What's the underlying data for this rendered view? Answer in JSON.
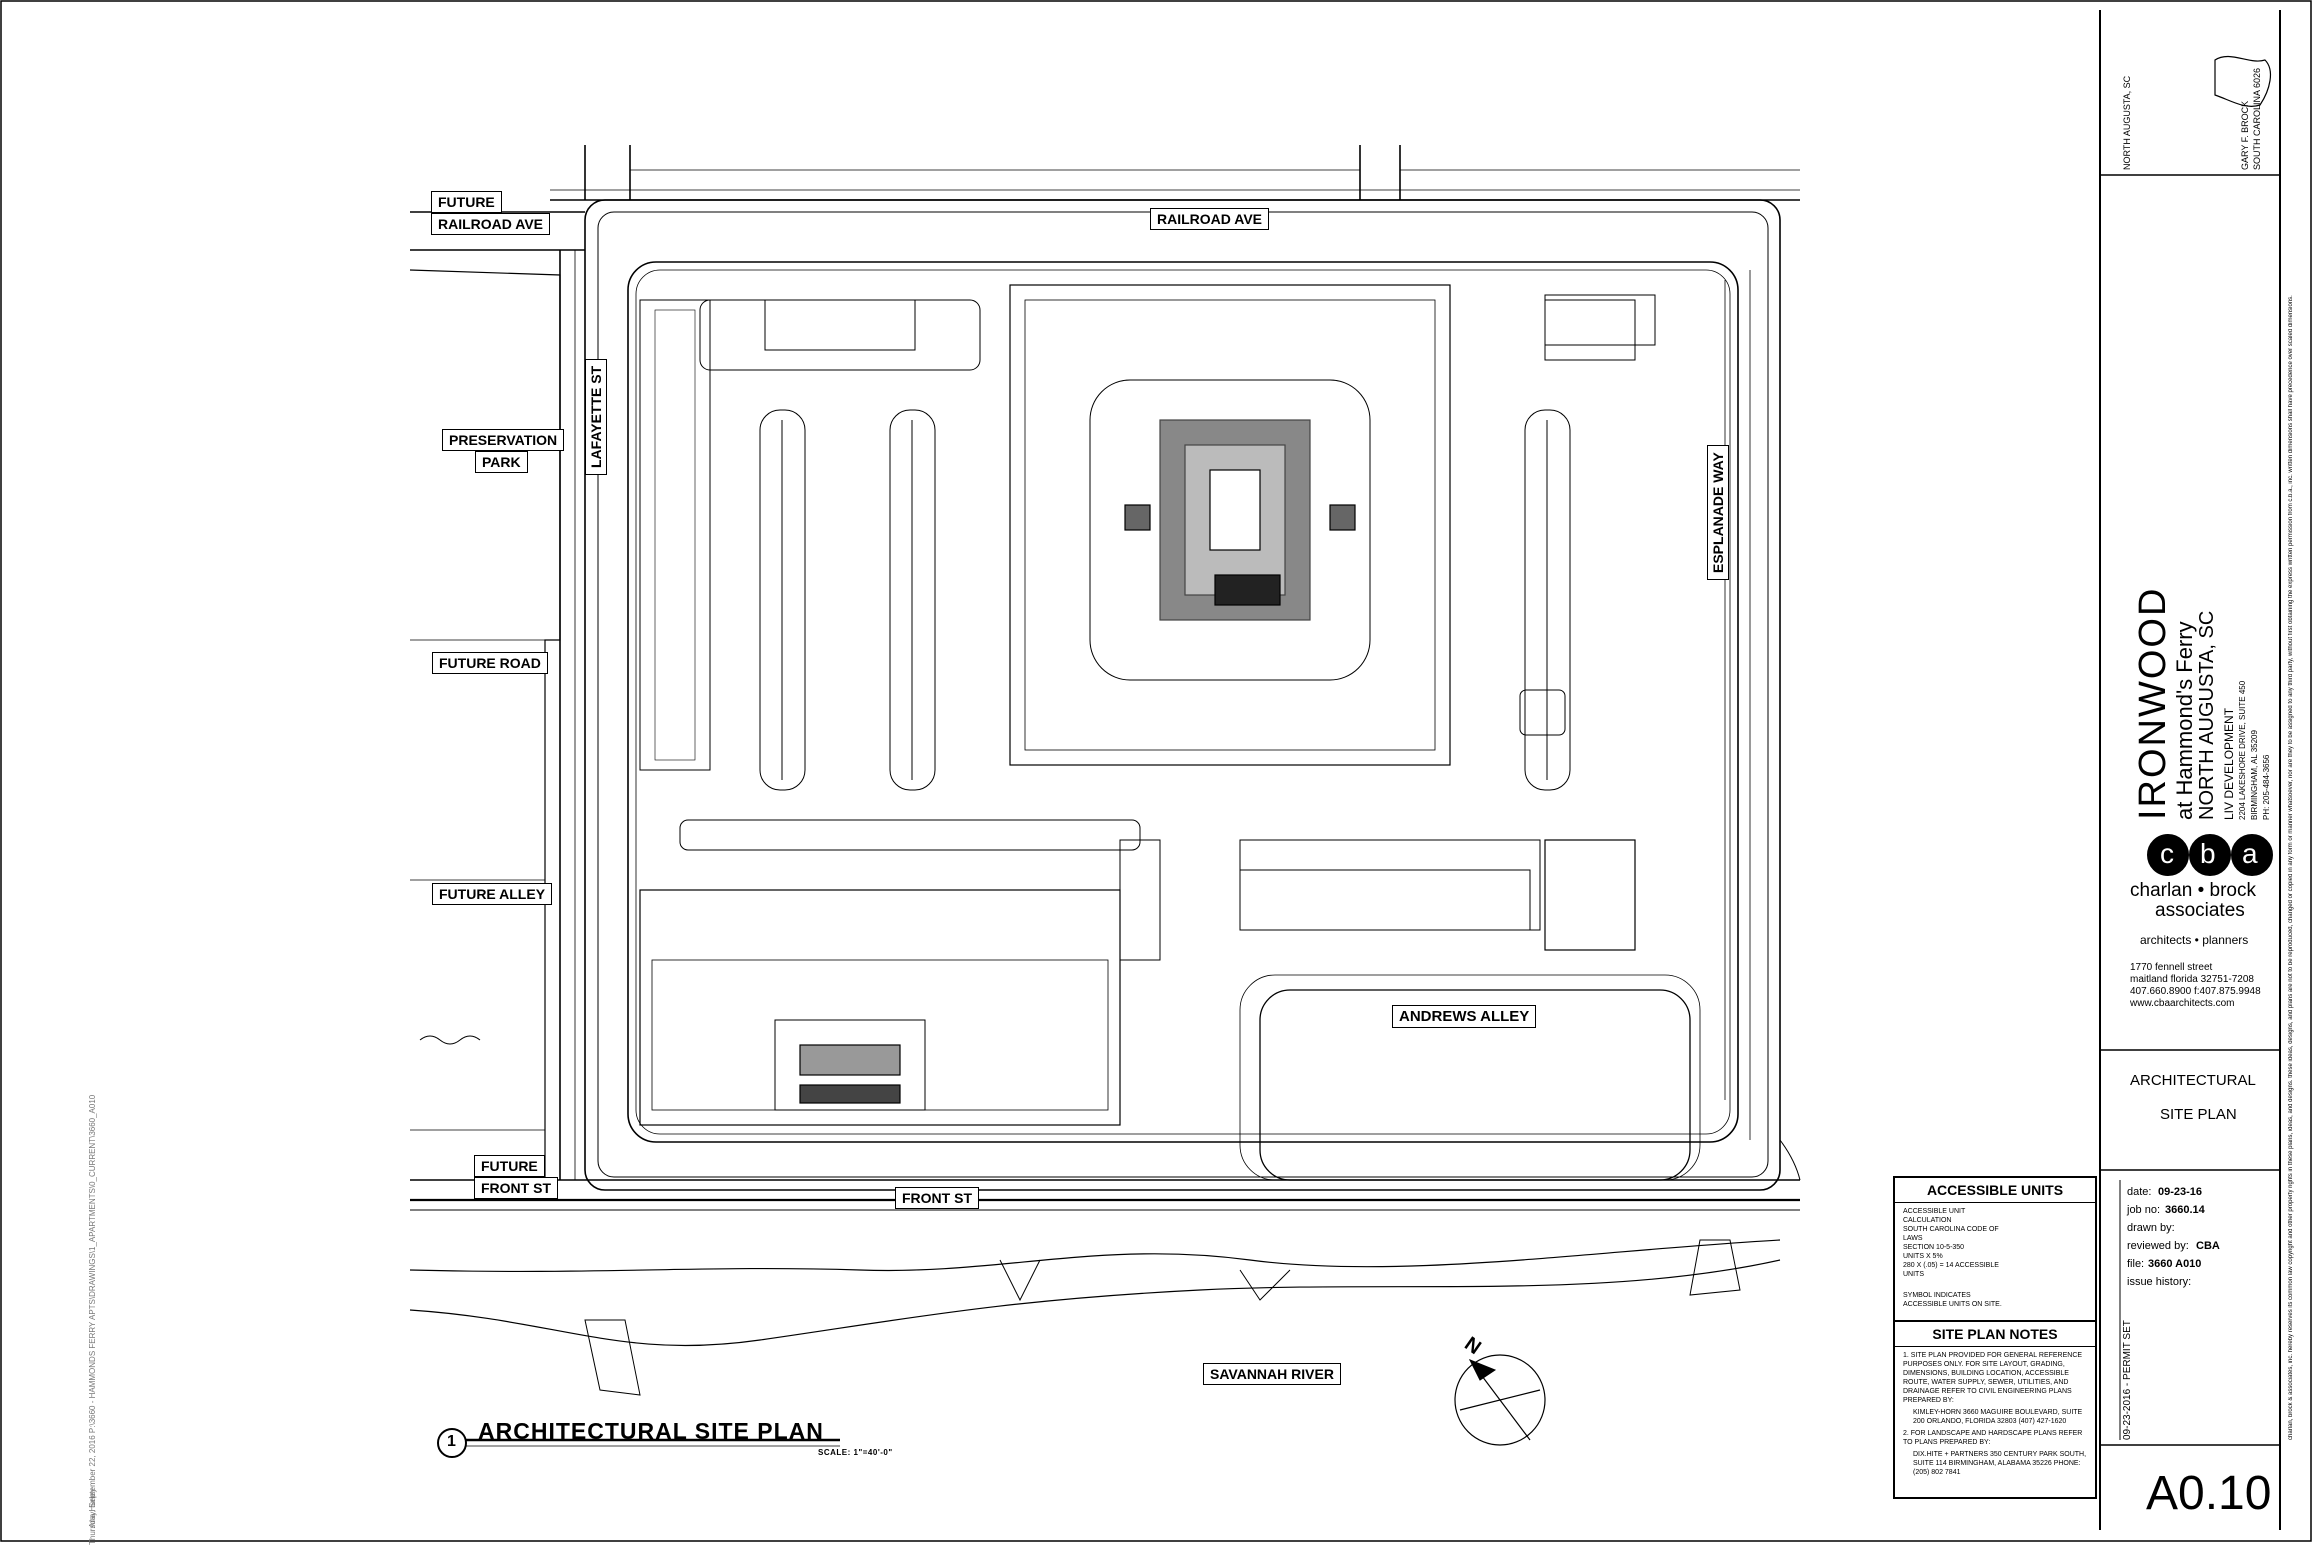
{
  "streets": {
    "future_railroad_ave": [
      "FUTURE",
      "RAILROAD AVE"
    ],
    "railroad_ave": "RAILROAD AVE",
    "preservation_park": [
      "PRESERVATION",
      "PARK"
    ],
    "future_road": "FUTURE ROAD",
    "future_alley": "FUTURE ALLEY",
    "future_front_st": [
      "FUTURE",
      "FRONT ST"
    ],
    "front_st": "FRONT ST",
    "lafayette_st": "LAFAYETTE ST",
    "esplanade_way": "ESPLANADE WAY",
    "andrews_alley": "ANDREWS ALLEY",
    "savannah_river": "SAVANNAH RIVER"
  },
  "plan_title": {
    "number": "1",
    "title": "ARCHITECTURAL SITE PLAN",
    "scale": "SCALE: 1\"=40'-0\""
  },
  "north_arrow": "N",
  "margin_left": {
    "date_line": "Thursday, September 22, 2016   P:\\3660 - HAMMONDS FERRY APTS\\DRAWINGS\\1_APARTMENTS\\0_CURRENT\\3660_A010",
    "author": "Ana Hurley"
  },
  "accessible_units": {
    "title": "ACCESSIBLE UNITS",
    "lines": [
      "ACCESSIBLE UNIT CALCULATION",
      "SOUTH CAROLINA CODE OF LAWS",
      "SECTION 10-5-350",
      "",
      "UNITS X 5%",
      "280 X (.05) = 14 ACCESSIBLE UNITS"
    ],
    "symbol_text": "SYMBOL INDICATES ACCESSIBLE UNITS ON SITE."
  },
  "site_plan_notes": {
    "title": "SITE PLAN NOTES",
    "notes": [
      "1. SITE PLAN PROVIDED FOR GENERAL REFERENCE PURPOSES ONLY. FOR SITE LAYOUT, GRADING, DIMENSIONS, BUILDING LOCATION, ACCESSIBLE ROUTE, WATER SUPPLY, SEWER, UTILITIES, AND DRAINAGE REFER TO CIVIL ENGINEERING PLANS PREPARED BY:",
      "KIMLEY-HORN 3660 MAGUIRE BOULEVARD, SUITE 200 ORLANDO, FLORIDA 32803 (407) 427-1620",
      "2. FOR LANDSCAPE AND HARDSCAPE PLANS REFER TO PLANS PREPARED BY:",
      "DIX.HITE + PARTNERS 350 CENTURY PARK SOUTH, SUITE 114 BIRMINGHAM, ALABAMA 35226 PHONE: (205) 802 7841"
    ]
  },
  "title_block": {
    "seal_top": "NORTH AUGUSTA, SC",
    "seal_name": "GARY F. BROCK",
    "seal_state": "SOUTH CAROLINA 6026",
    "project_name": "IRONWOOD",
    "project_sub": "at Hammond's Ferry",
    "project_loc": "NORTH AUGUSTA, SC",
    "client": "LIV DEVELOPMENT",
    "client_addr1": "2204 LAKESHORE DRIVE, SUITE 450",
    "client_addr2": "BIRMINGHAM, AL 35209",
    "client_phone": "PH: 205-484-3656",
    "firm_letters": [
      "c",
      "b",
      "a"
    ],
    "firm_name1": "charlan • brock",
    "firm_name2": "associates",
    "firm_tag": "architects • planners",
    "firm_addr1": "1770   fennell   street",
    "firm_addr2": "maitland  florida  32751-7208",
    "firm_phone": "407.660.8900  f:407.875.9948",
    "firm_web": "www.cbaarchitects.com",
    "sheet_title1": "ARCHITECTURAL",
    "sheet_title2": "SITE PLAN",
    "date_label": "date:",
    "date": "09-23-16",
    "job_label": "job no:",
    "job": "3660.14",
    "drawn_label": "drawn by:",
    "reviewed_label": "reviewed by:",
    "reviewed": "CBA",
    "file_label": "file:",
    "file": "3660 A010",
    "issue_label": "issue history:",
    "issue_set": "09-23-2016 - PERMIT SET",
    "sheet_number": "A0.10",
    "copyright": "charlan, brock & associates, inc. hereby reserves its common law copyright and other property rights in these plans, ideas, and designs. these ideas, designs, and plans are not to be reproduced, changed or copied in any form or manner whatsoever, nor are they to be assigned to any third party, without first obtaining the express written permission from c.b.a., inc. written dimensions shall have precedence over scaled dimensions."
  }
}
